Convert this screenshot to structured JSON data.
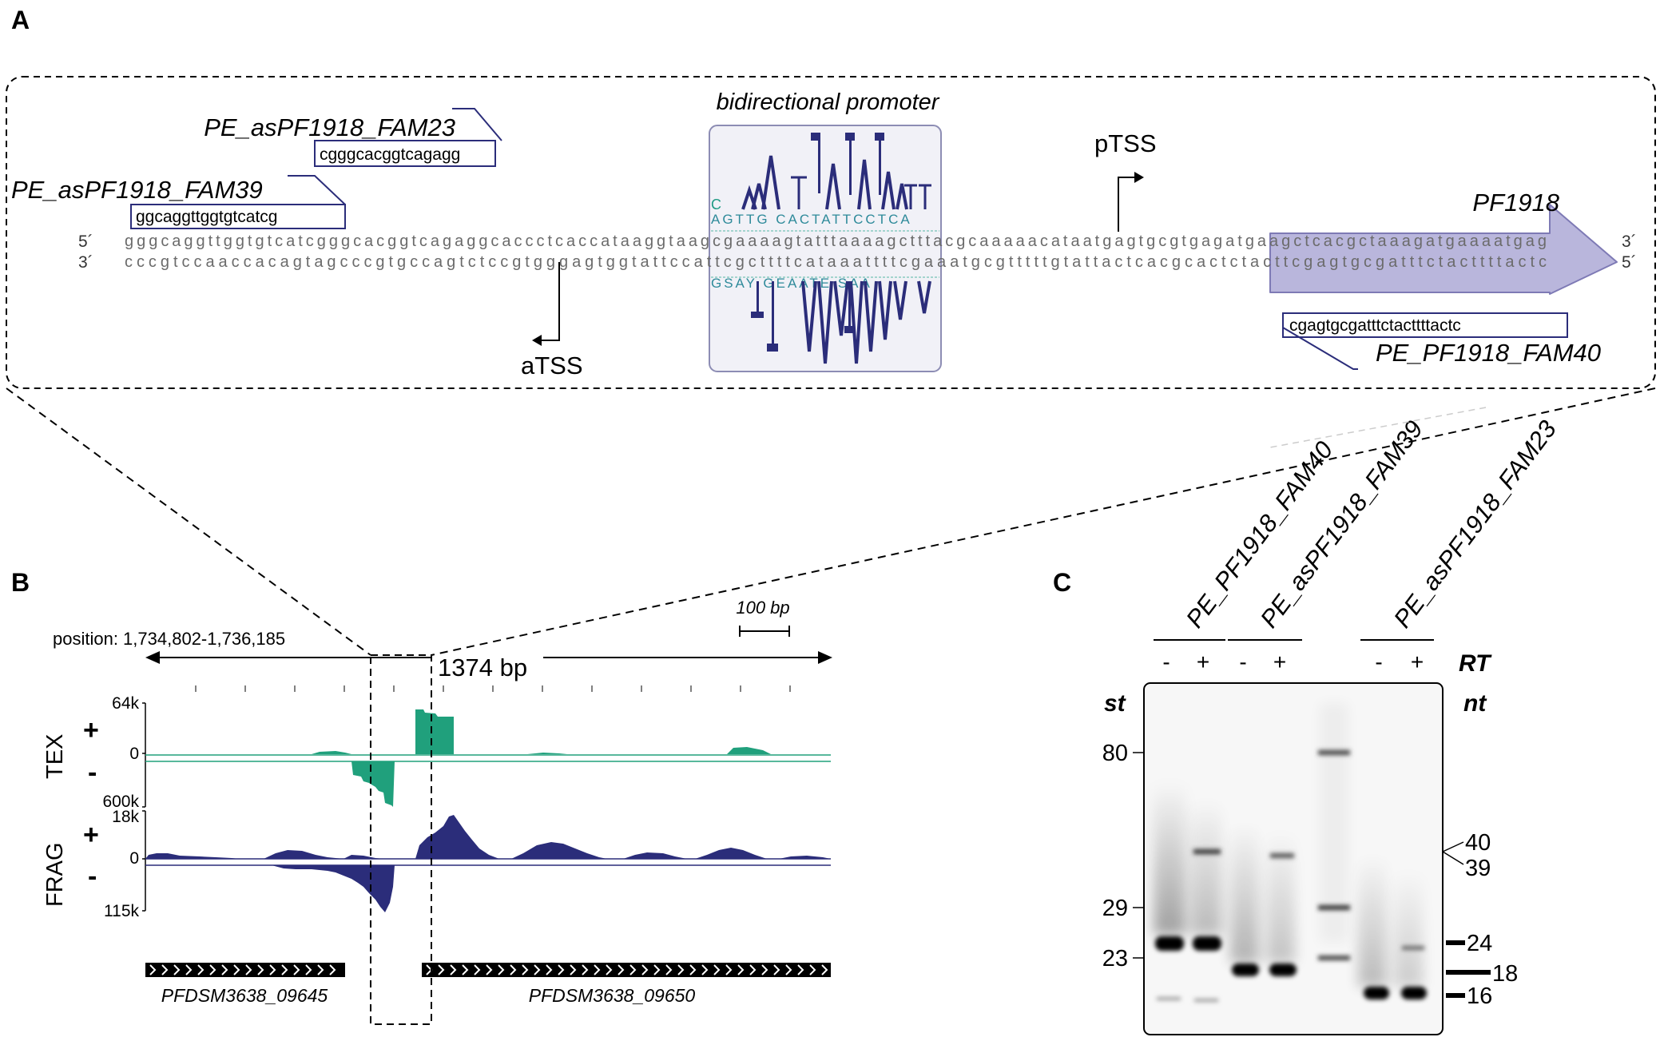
{
  "panels": {
    "a": "A",
    "b": "B",
    "c": "C"
  },
  "panel_a": {
    "promoter_title": "bidirectional promoter",
    "primers": {
      "fam23_name": "PE_asPF1918_FAM23",
      "fam23_seq": "cgggcacggtcagagg",
      "fam39_name": "PE_asPF1918_FAM39",
      "fam39_seq": "ggcaggttggtgtcatcg",
      "fam40_name": "PE_PF1918_FAM40",
      "fam40_seq": "cgagtgcgatttctacttttactc"
    },
    "gene_name": "PF1918",
    "ptss": "pTSS",
    "atss": "aTSS",
    "top_strand_5": "5´",
    "top_strand_3": "3´",
    "bottom_strand_3": "3´",
    "bottom_strand_5": "5´",
    "seq_top": "gggcaggttggtgtcatcgggcacggtcagaggcaccctcaccataaggtaagcgaaaagtatttaaaagctttacgcaaaaacataatgagtgcgtgagatgaagctcacgctaaagatgaaaatgag",
    "seq_bottom": "cccgtccaaccacagtagcccgtgccagtctccgtgggagtggtattccattcgcttttcataaattttcgaaatgcgtttttgtattactcacgcactctacttcgagtgcgatttctacttttactc"
  },
  "panel_b": {
    "position": "position: 1,734,802-1,736,185",
    "span": "1374 bp",
    "scale": "100 bp",
    "tex_label": "TEX",
    "frag_label": "FRAG",
    "plus": "+",
    "minus": "-",
    "tex_plus_max": "64k",
    "tex_zero": "0",
    "tex_minus_max": "600k",
    "frag_plus_max": "18k",
    "frag_zero": "0",
    "frag_minus_max": "115k",
    "gene_left": "PFDSM3638_09645",
    "gene_right": "PFDSM3638_09650"
  },
  "panel_c": {
    "lane_labels": [
      "PE_PF1918_FAM40",
      "PE_asPF1918_FAM39",
      "PE_asPF1918_FAM23"
    ],
    "rt_label": "RT",
    "rt_signs": [
      "-",
      "+",
      "-",
      "+",
      "-",
      "+"
    ],
    "st_label": "st",
    "nt_label": "nt",
    "ladder": [
      "80",
      "29",
      "23"
    ],
    "sizes": [
      "40",
      "39",
      "24",
      "18",
      "16"
    ]
  },
  "colors": {
    "navy": "#2b2d7a",
    "teal": "#20a07c",
    "gene_fill": "#b9b6dc",
    "dark_blue": "#3d3f8c"
  }
}
